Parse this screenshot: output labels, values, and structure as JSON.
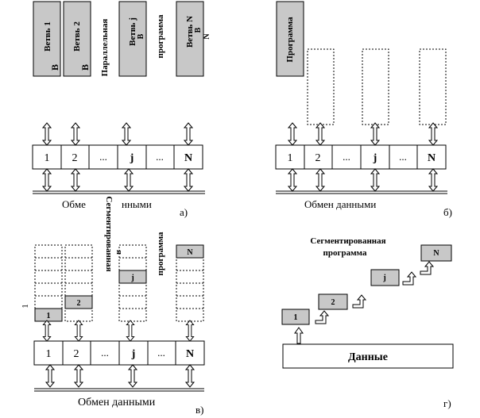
{
  "panel_a": {
    "branch1": "Ветвь 1",
    "branch2": "Ветвь 2",
    "branchj": "Ветвь j",
    "branchN": "Ветвь N",
    "b1_sub": "В",
    "b2_sub": "В",
    "bj_sub": "В",
    "bN_sub1": "В",
    "bN_sub2": "N",
    "parallel_word1": "Параллельная",
    "parallel_word2": "программа",
    "cells": [
      "1",
      "2",
      "...",
      "j",
      "...",
      "N"
    ],
    "exchange_left": "Обме",
    "exchange_right": "нными",
    "letter": "а)"
  },
  "panel_b": {
    "program": "Программа",
    "cells": [
      "1",
      "2",
      "...",
      "j",
      "...",
      "N"
    ],
    "exchange": "Обмен данными",
    "letter": "б)"
  },
  "panel_v": {
    "segmented_word1": "Сегментированная",
    "segmented_word2": "я",
    "program_word": "программа",
    "seg1": "1",
    "seg2": "2",
    "segj": "j",
    "segN": "N",
    "stray_label": "1",
    "cells": [
      "1",
      "2",
      "...",
      "j",
      "...",
      "N"
    ],
    "exchange": "Обмен данными",
    "letter": "в)"
  },
  "panel_g": {
    "title_line1": "Сегментированная",
    "title_line2": "программа",
    "seg1": "1",
    "seg2": "2",
    "segj": "j",
    "segN": "N",
    "data": "Данные",
    "letter": "г)"
  }
}
